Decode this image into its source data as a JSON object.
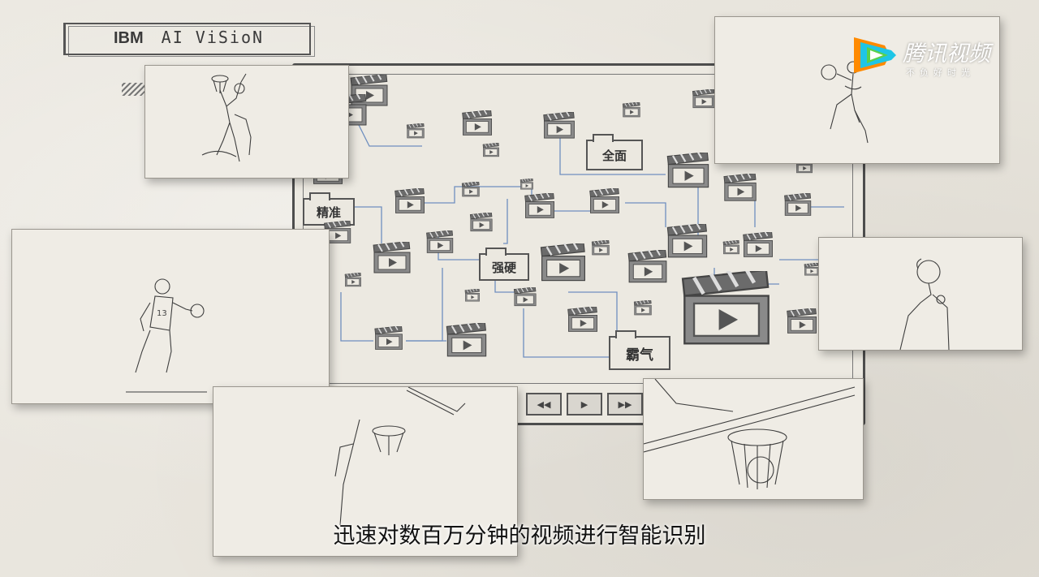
{
  "header": {
    "brand": "IBM",
    "product": "AI ViSioN"
  },
  "watermark": {
    "name": "腾讯视频",
    "slogan": "不负好时光",
    "colors": [
      "#ff8a00",
      "#1fc5e6",
      "#5ad04c"
    ]
  },
  "subtitle": "迅速对数百万分钟的视频进行智能识别",
  "folders": {
    "quanmian": "全面",
    "jingzhun": "精准",
    "qiangying": "强硬",
    "baqi": "霸气"
  },
  "player_controls": [
    "previous",
    "play",
    "next"
  ],
  "colors": {
    "paper": "#e9e6df",
    "ink": "#444444",
    "connector": "#6f8fbf"
  }
}
